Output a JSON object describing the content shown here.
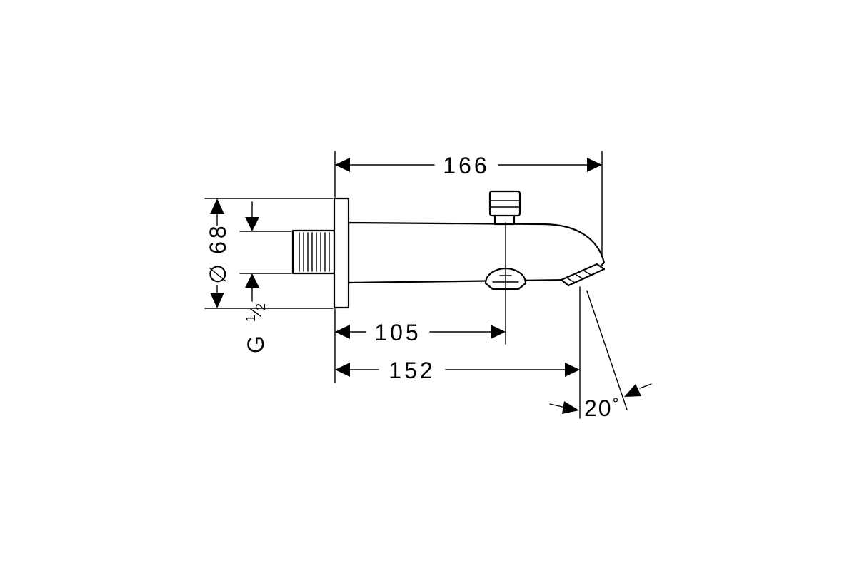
{
  "dimensions": {
    "overall_length": "166",
    "diverter_distance": "105",
    "outlet_distance": "152",
    "outlet_angle": "20",
    "degree_symbol": "°",
    "diameter_symbol": "∅",
    "diameter_value": "68",
    "thread_letter": "G",
    "thread_size_numerator": "1",
    "thread_size_denominator": "2"
  }
}
